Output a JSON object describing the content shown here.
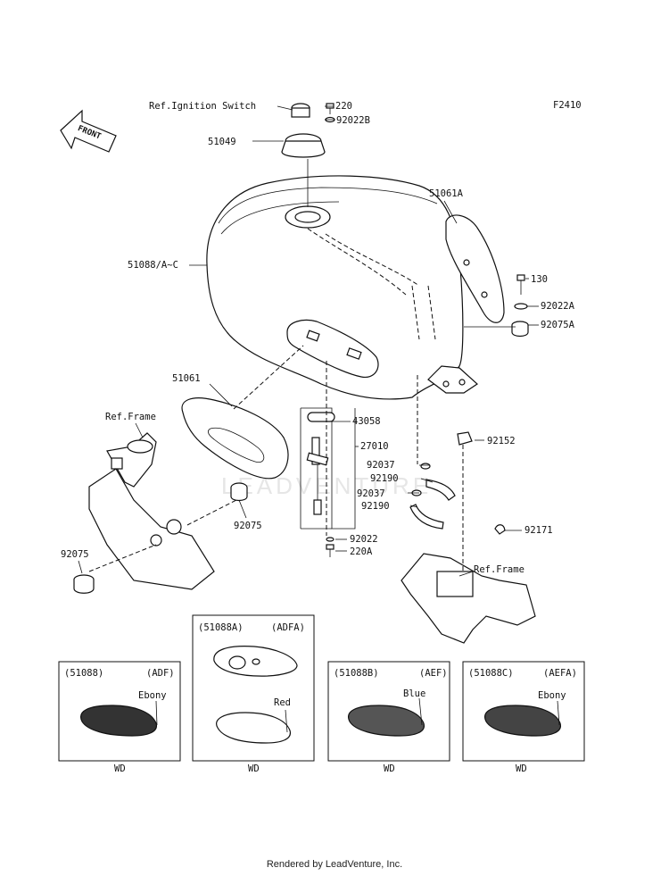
{
  "figure_code": "F2410",
  "front_label": "FRONT",
  "watermark": "LEADVENTURE",
  "callouts": {
    "ref_ignition_switch": "Ref.Ignition Switch",
    "p220": "220",
    "p92022b": "92022B",
    "p51049": "51049",
    "p51061a": "51061A",
    "p51088": "51088/A~C",
    "p130": "130",
    "p92022a": "92022A",
    "p92075a": "92075A",
    "p51061": "51061",
    "p43058": "43058",
    "ref_frame_left": "Ref.Frame",
    "p27010": "27010",
    "p92152": "92152",
    "p92037_1": "92037",
    "p92190_1": "92190",
    "p92037_2": "92037",
    "p92190_2": "92190",
    "p92075_mid": "92075",
    "p92171": "92171",
    "p92075_left": "92075",
    "p92022": "92022",
    "p220a": "220A",
    "ref_frame_right": "Ref.Frame"
  },
  "variants": [
    {
      "part": "(51088A)",
      "code": "(ADFA)",
      "color": "Red",
      "bottom": "WD"
    },
    {
      "part": "(51088)",
      "code": "(ADF)",
      "color": "Ebony",
      "bottom": "WD"
    },
    {
      "part": "(51088B)",
      "code": "(AEF)",
      "color": "Blue",
      "bottom": "WD"
    },
    {
      "part": "(51088C)",
      "code": "(AEFA)",
      "color": "Ebony",
      "bottom": "WD"
    }
  ],
  "footer": "Rendered by LeadVenture, Inc."
}
